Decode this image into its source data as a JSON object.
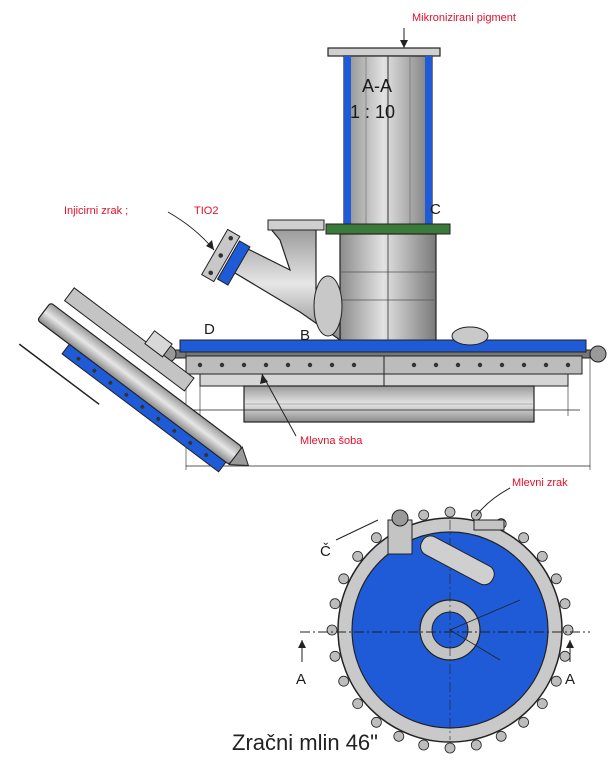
{
  "title": "Zračni mlin 46\"",
  "labels": {
    "micronized_pigment": "Mikronizirani pigment",
    "injection_air": "Injicirni zrak ;",
    "tio2": "TIO2",
    "milling_chamber": "Mlevna šoba",
    "milling_air": "Mlevni zrak"
  },
  "section_marks": {
    "section_name": "A-A",
    "section_scale": "1 : 10",
    "mark_c": "C",
    "mark_d": "D",
    "mark_b": "B",
    "mark_c_caron": "Č",
    "mark_a_left": "A",
    "mark_a_right": "A"
  },
  "colors": {
    "accent_blue": "#1f5bd6",
    "label_red": "#e0102a",
    "metal_gray": "#a9a9a9",
    "outline": "#222222"
  }
}
